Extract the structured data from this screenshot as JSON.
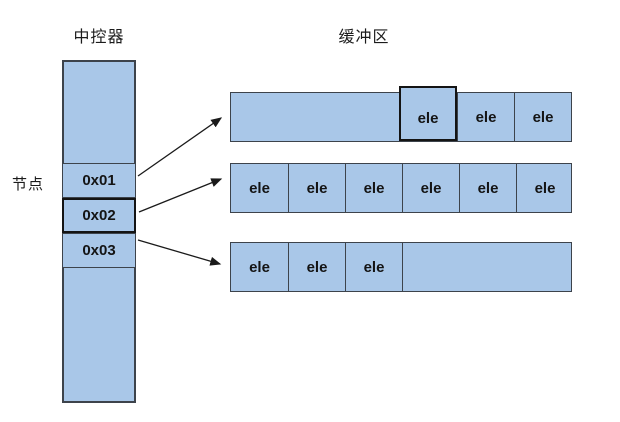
{
  "labels": {
    "controller_title": "中控器",
    "buffer_title": "缓冲区",
    "node": "节点"
  },
  "controller": {
    "cells": [
      {
        "label": "0x01",
        "highlighted": false
      },
      {
        "label": "0x02",
        "highlighted": true
      },
      {
        "label": "0x03",
        "highlighted": false
      }
    ]
  },
  "buffer": {
    "rows": [
      {
        "cells": [
          {
            "label": "",
            "empty": true
          },
          {
            "label": "ele",
            "highlighted": true
          },
          {
            "label": "ele"
          },
          {
            "label": "ele"
          }
        ]
      },
      {
        "cells": [
          {
            "label": "ele"
          },
          {
            "label": "ele"
          },
          {
            "label": "ele"
          },
          {
            "label": "ele"
          },
          {
            "label": "ele"
          },
          {
            "label": "ele"
          }
        ]
      },
      {
        "cells": [
          {
            "label": "ele"
          },
          {
            "label": "ele"
          },
          {
            "label": "ele"
          },
          {
            "label": "",
            "empty": true
          }
        ]
      }
    ]
  },
  "colors": {
    "cell_fill": "#a9c7e8",
    "cell_border": "#3d434b",
    "highlight_border": "#141414",
    "arrow": "#1a1a1a"
  }
}
